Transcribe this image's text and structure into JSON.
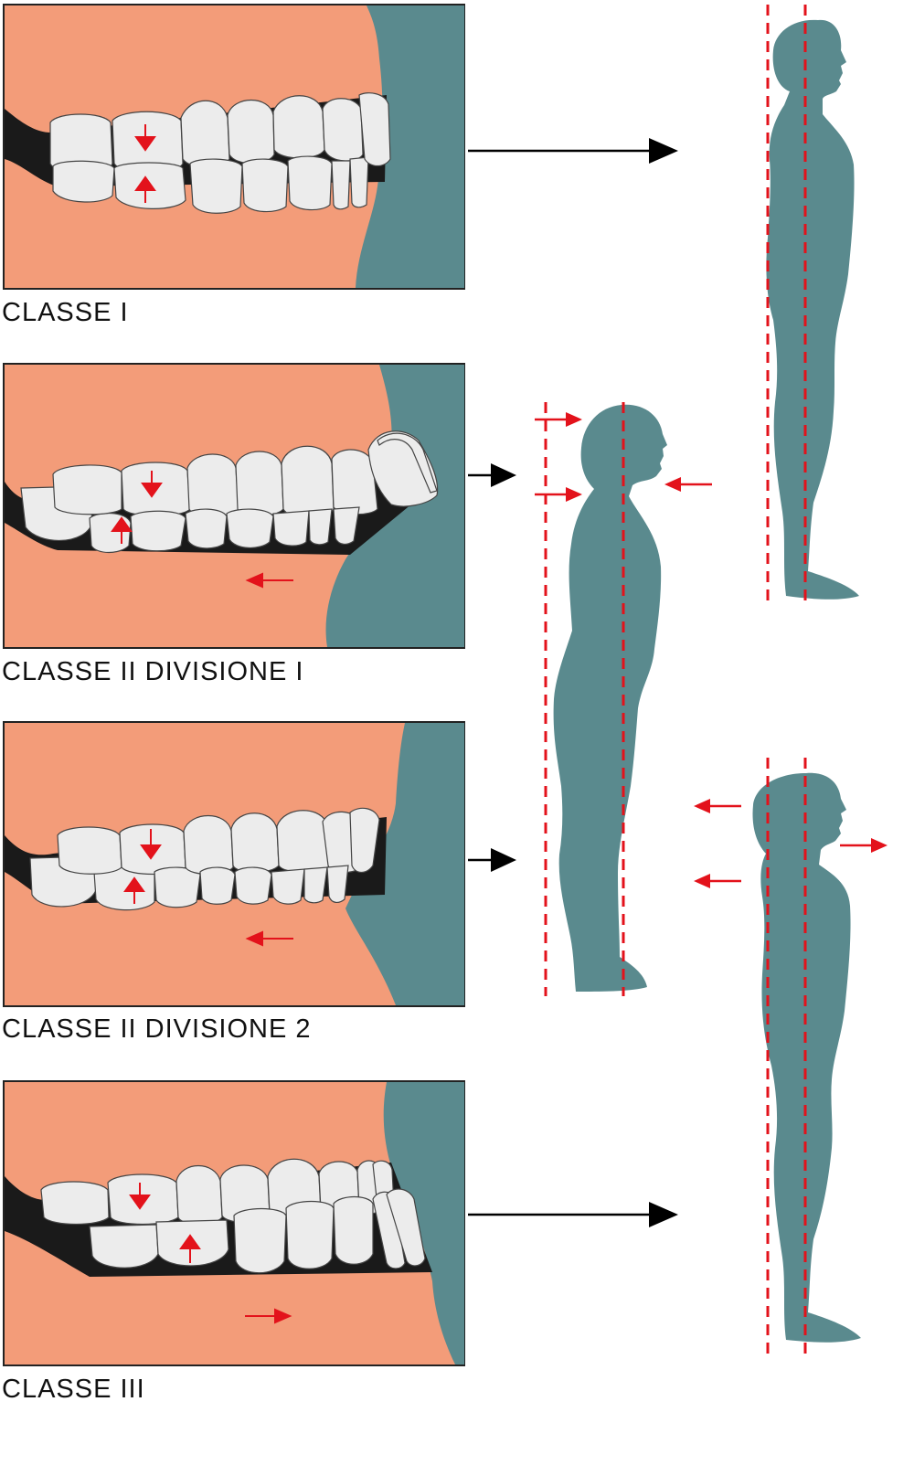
{
  "colors": {
    "gum": "#f39c79",
    "lip": "#5a8a8e",
    "tooth_fill": "#ececec",
    "tooth_stroke": "#444444",
    "mouth_dark": "#1a1a1a",
    "accent_red": "#e3121b",
    "arrow_black": "#000000",
    "body": "#5a8a8e"
  },
  "panels": [
    {
      "id": "classe-1",
      "caption": "CLASSE I"
    },
    {
      "id": "classe-2-div-1",
      "caption": "CLASSE II DIVISIONE I"
    },
    {
      "id": "classe-2-div-2",
      "caption": "CLASSE II DIVISIONE 2"
    },
    {
      "id": "classe-3",
      "caption": "CLASSE III"
    }
  ],
  "figures": [
    {
      "id": "neutral-posture",
      "icon": "standing-person-upright-icon"
    },
    {
      "id": "forward-posture",
      "icon": "standing-person-forward-head-icon"
    },
    {
      "id": "backward-posture",
      "icon": "standing-person-backward-lean-icon"
    }
  ]
}
